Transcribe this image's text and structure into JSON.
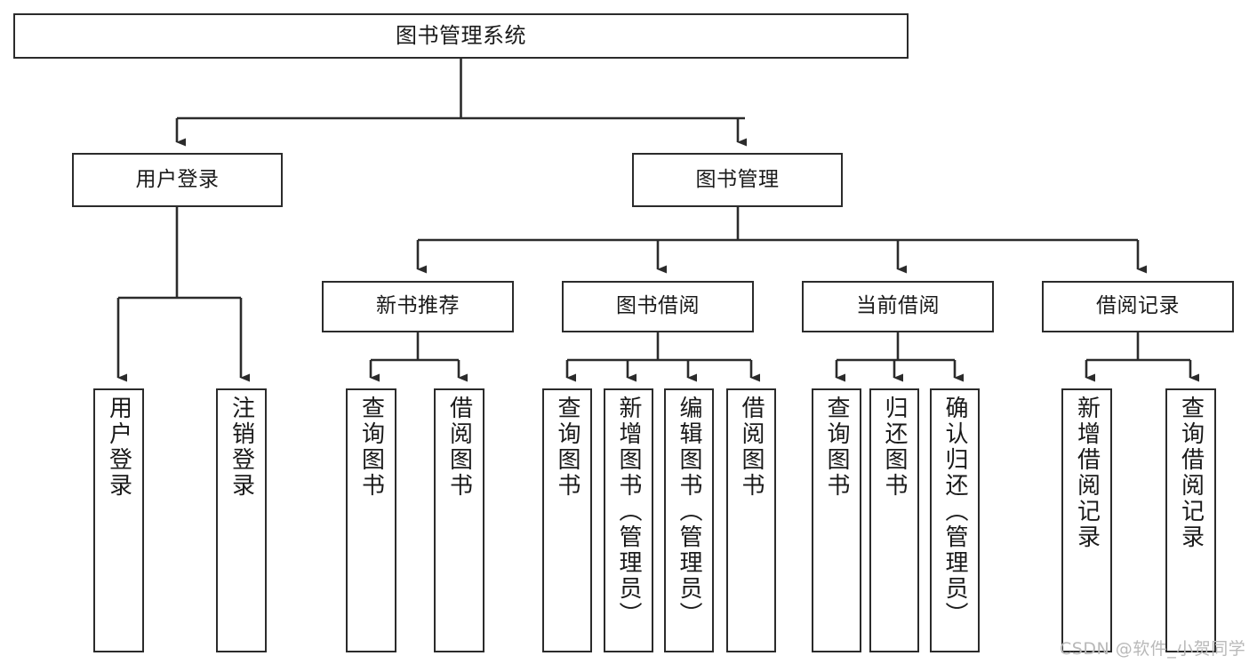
{
  "diagram": {
    "title": "图书管理系统",
    "type": "tree",
    "watermark": "CSDN @软件_小贺同学",
    "colors": {
      "box_border": "#2b2b2b",
      "box_fill": "#ffffff",
      "connector": "#2b2b2b",
      "text": "#1a1a1a",
      "watermark": "#b9b9b9",
      "background": "#ffffff"
    },
    "nodes": {
      "root": {
        "label": "图书管理系统"
      },
      "level2": [
        {
          "label": "用户登录"
        },
        {
          "label": "图书管理"
        }
      ],
      "level3": [
        {
          "label": "新书推荐"
        },
        {
          "label": "图书借阅"
        },
        {
          "label": "当前借阅"
        },
        {
          "label": "借阅记录"
        }
      ],
      "leaves": {
        "user_login": [
          {
            "label": "用户登录"
          },
          {
            "label": "注销登录"
          }
        ],
        "new_book_recommend": [
          {
            "label": "查询图书"
          },
          {
            "label": "借阅图书"
          }
        ],
        "book_borrow": [
          {
            "label": "查询图书"
          },
          {
            "label": "新增图书（管理员）"
          },
          {
            "label": "编辑图书（管理员）"
          },
          {
            "label": "借阅图书"
          }
        ],
        "current_borrow": [
          {
            "label": "查询图书"
          },
          {
            "label": "归还图书"
          },
          {
            "label": "确认归还（管理员）"
          }
        ],
        "borrow_record": [
          {
            "label": "新增借阅记录"
          },
          {
            "label": "查询借阅记录"
          }
        ]
      }
    }
  }
}
